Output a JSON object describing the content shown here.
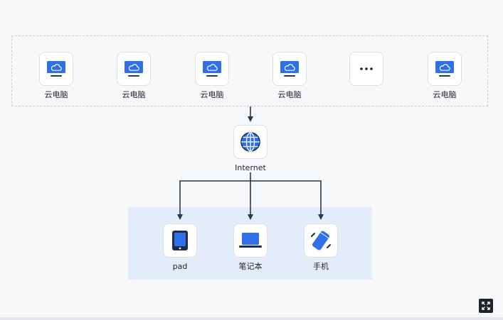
{
  "cloud_row": {
    "nodes": [
      {
        "label": "云电脑",
        "icon": "cloud-monitor-icon"
      },
      {
        "label": "云电脑",
        "icon": "cloud-monitor-icon"
      },
      {
        "label": "云电脑",
        "icon": "cloud-monitor-icon"
      },
      {
        "label": "云电脑",
        "icon": "cloud-monitor-icon"
      },
      {
        "label": "",
        "icon": "more-dots-icon"
      },
      {
        "label": "云电脑",
        "icon": "cloud-monitor-icon"
      }
    ]
  },
  "internet": {
    "label": "Internet",
    "icon": "globe-icon"
  },
  "devices": [
    {
      "label": "pad",
      "icon": "tablet-icon"
    },
    {
      "label": "笔记本",
      "icon": "laptop-icon"
    },
    {
      "label": "手机",
      "icon": "phone-icon"
    }
  ],
  "colors": {
    "accent": "#2f6fe8",
    "line": "#2b3648",
    "device_bg": "#e3ecfb"
  },
  "controls": {
    "expand_icon": "fullscreen-expand-icon"
  }
}
